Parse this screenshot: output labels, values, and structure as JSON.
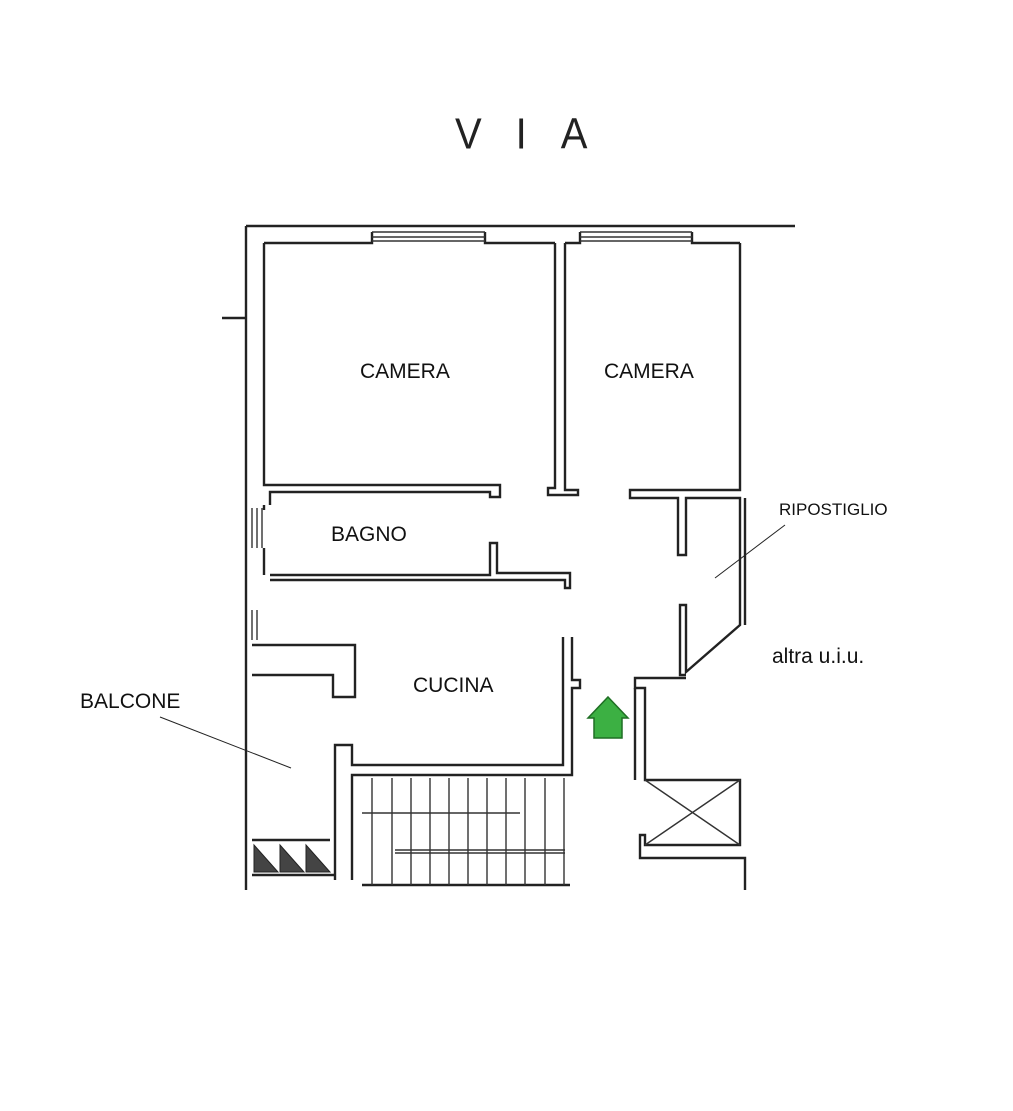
{
  "street_label": "VIA",
  "rooms": {
    "camera_1": "CAMERA",
    "camera_2": "CAMERA",
    "bagno": "BAGNO",
    "cucina": "CUCINA",
    "ripostiglio": "RIPOSTIGLIO",
    "balcone": "BALCONE"
  },
  "neighbor_label": "altra u.i.u.",
  "entrance_arrow_color": "#3cb043"
}
